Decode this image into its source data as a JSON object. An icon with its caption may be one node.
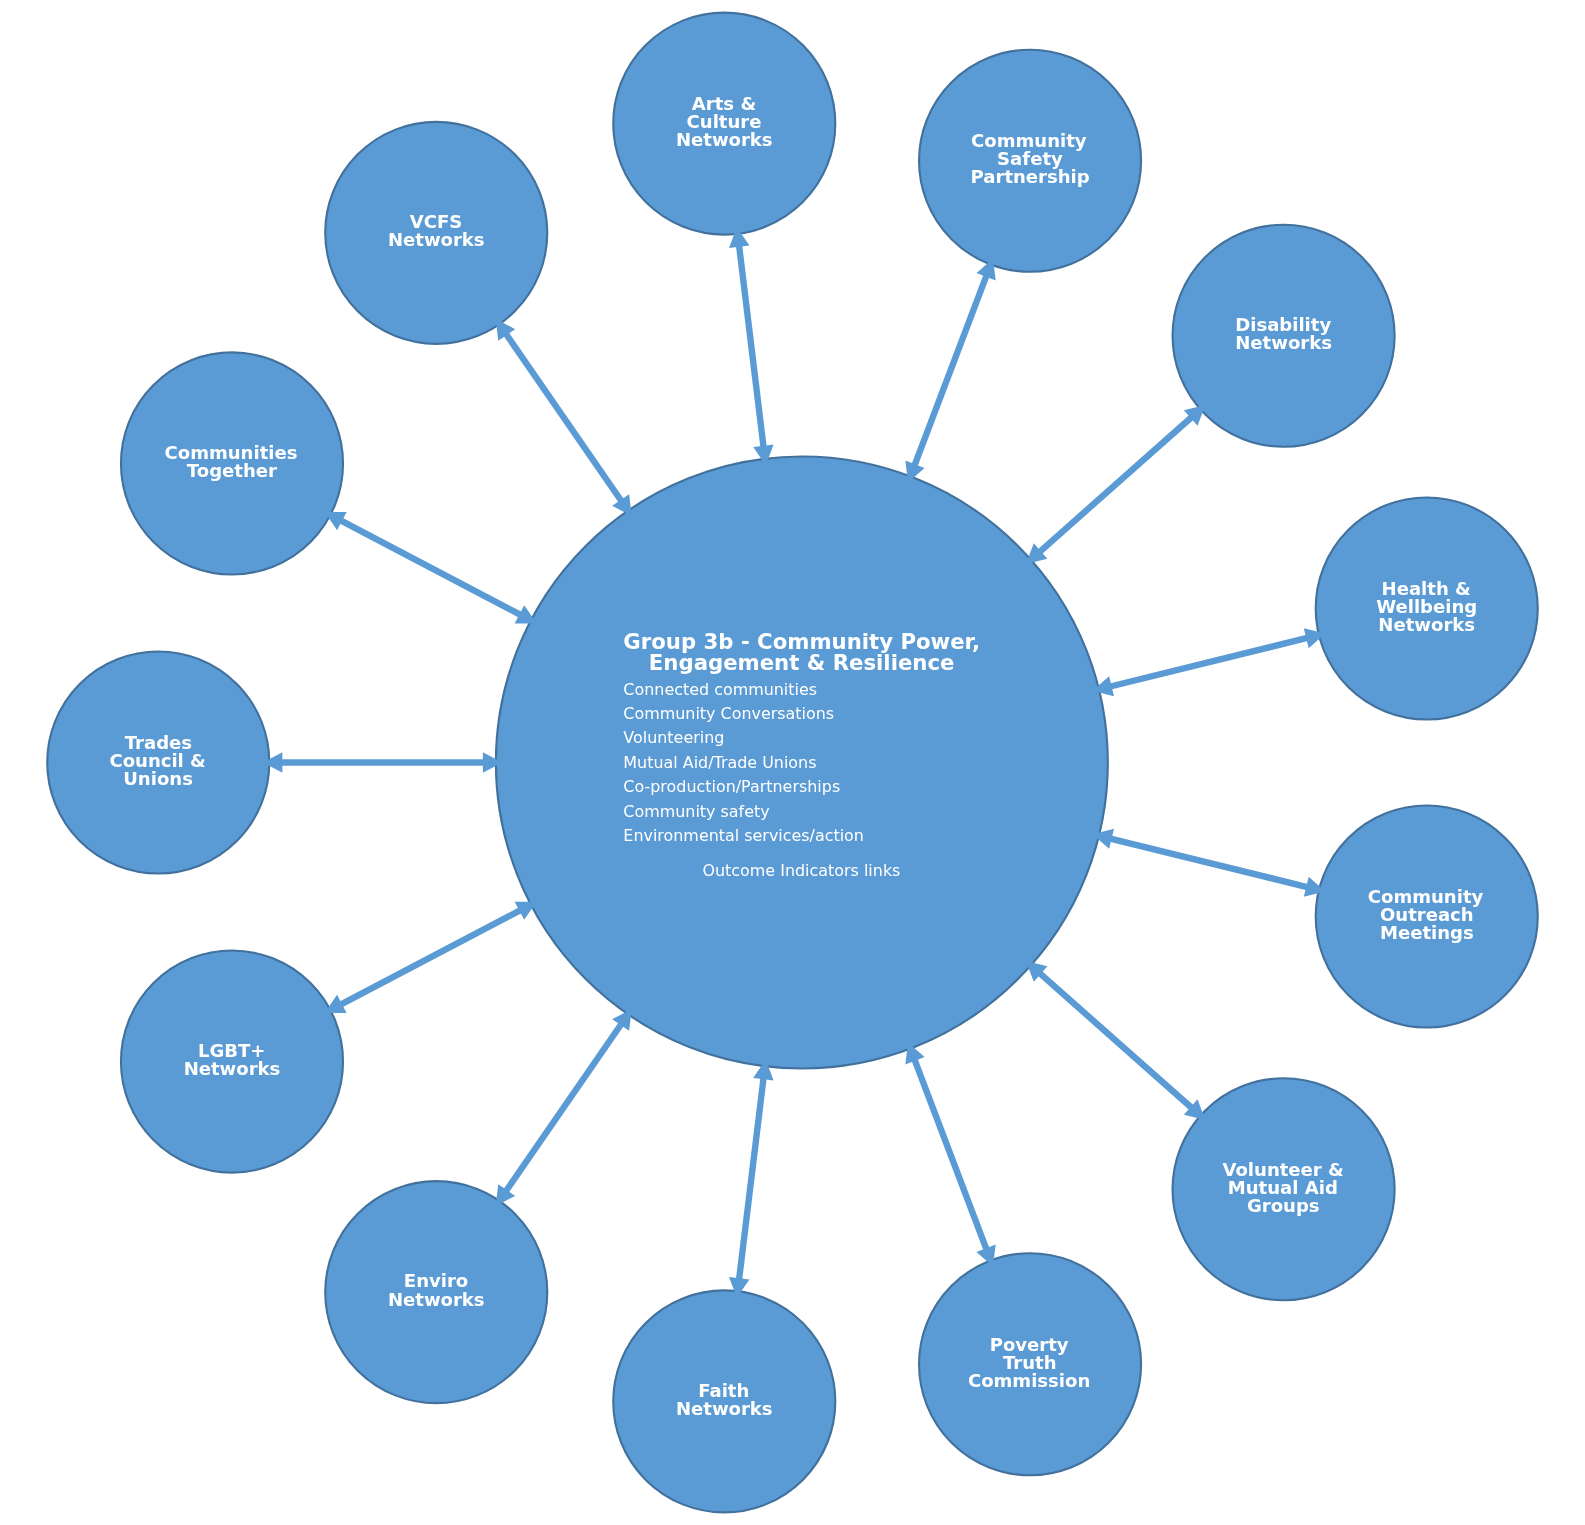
{
  "diagram": {
    "nodes": [
      {
        "text": [
          "Group 3b - Community Power, Engagement & Resilience",
          "Connected communities",
          "Community Conversations",
          "Volunteering",
          "Mutual Aid/Trade Unions",
          "Co-production/Partnerships",
          "Community safety",
          "Environmental services/action",
          "Outcome Indicators links"
        ]
      },
      {
        "text": [
          "Health & Wellbeing Networks"
        ]
      },
      {
        "text": [
          "Disability Networks"
        ]
      },
      {
        "text": [
          "Community Safety Partnership"
        ]
      },
      {
        "text": [
          "Arts & Culture Networks"
        ]
      },
      {
        "text": [
          "VCFS Networks"
        ]
      },
      {
        "text": [
          "Communities Together"
        ]
      },
      {
        "text": [
          "Trades Council & Unions"
        ]
      },
      {
        "text": [
          "LGBT+ Networks"
        ]
      },
      {
        "text": [
          "Enviro Networks"
        ]
      },
      {
        "text": [
          "Faith Networks"
        ]
      },
      {
        "text": [
          "Poverty Truth Commission"
        ]
      },
      {
        "text": [
          "Volunteer & Mutual Aid Groups"
        ]
      },
      {
        "text": [
          "Community Outreach Meetings"
        ]
      }
    ],
    "edges": [
      {
        "from": 0,
        "to": 1,
        "arrow": "both"
      },
      {
        "from": 0,
        "to": 2,
        "arrow": "both"
      },
      {
        "from": 0,
        "to": 3,
        "arrow": "both"
      },
      {
        "from": 0,
        "to": 4,
        "arrow": "both"
      },
      {
        "from": 0,
        "to": 5,
        "arrow": "both"
      },
      {
        "from": 0,
        "to": 6,
        "arrow": "both"
      },
      {
        "from": 0,
        "to": 7,
        "arrow": "both"
      },
      {
        "from": 0,
        "to": 8,
        "arrow": "both"
      },
      {
        "from": 0,
        "to": 9,
        "arrow": "both"
      },
      {
        "from": 0,
        "to": 10,
        "arrow": "both"
      },
      {
        "from": 0,
        "to": 11,
        "arrow": "both"
      },
      {
        "from": 0,
        "to": 12,
        "arrow": "both"
      },
      {
        "from": 0,
        "to": 13,
        "arrow": "both"
      }
    ]
  }
}
